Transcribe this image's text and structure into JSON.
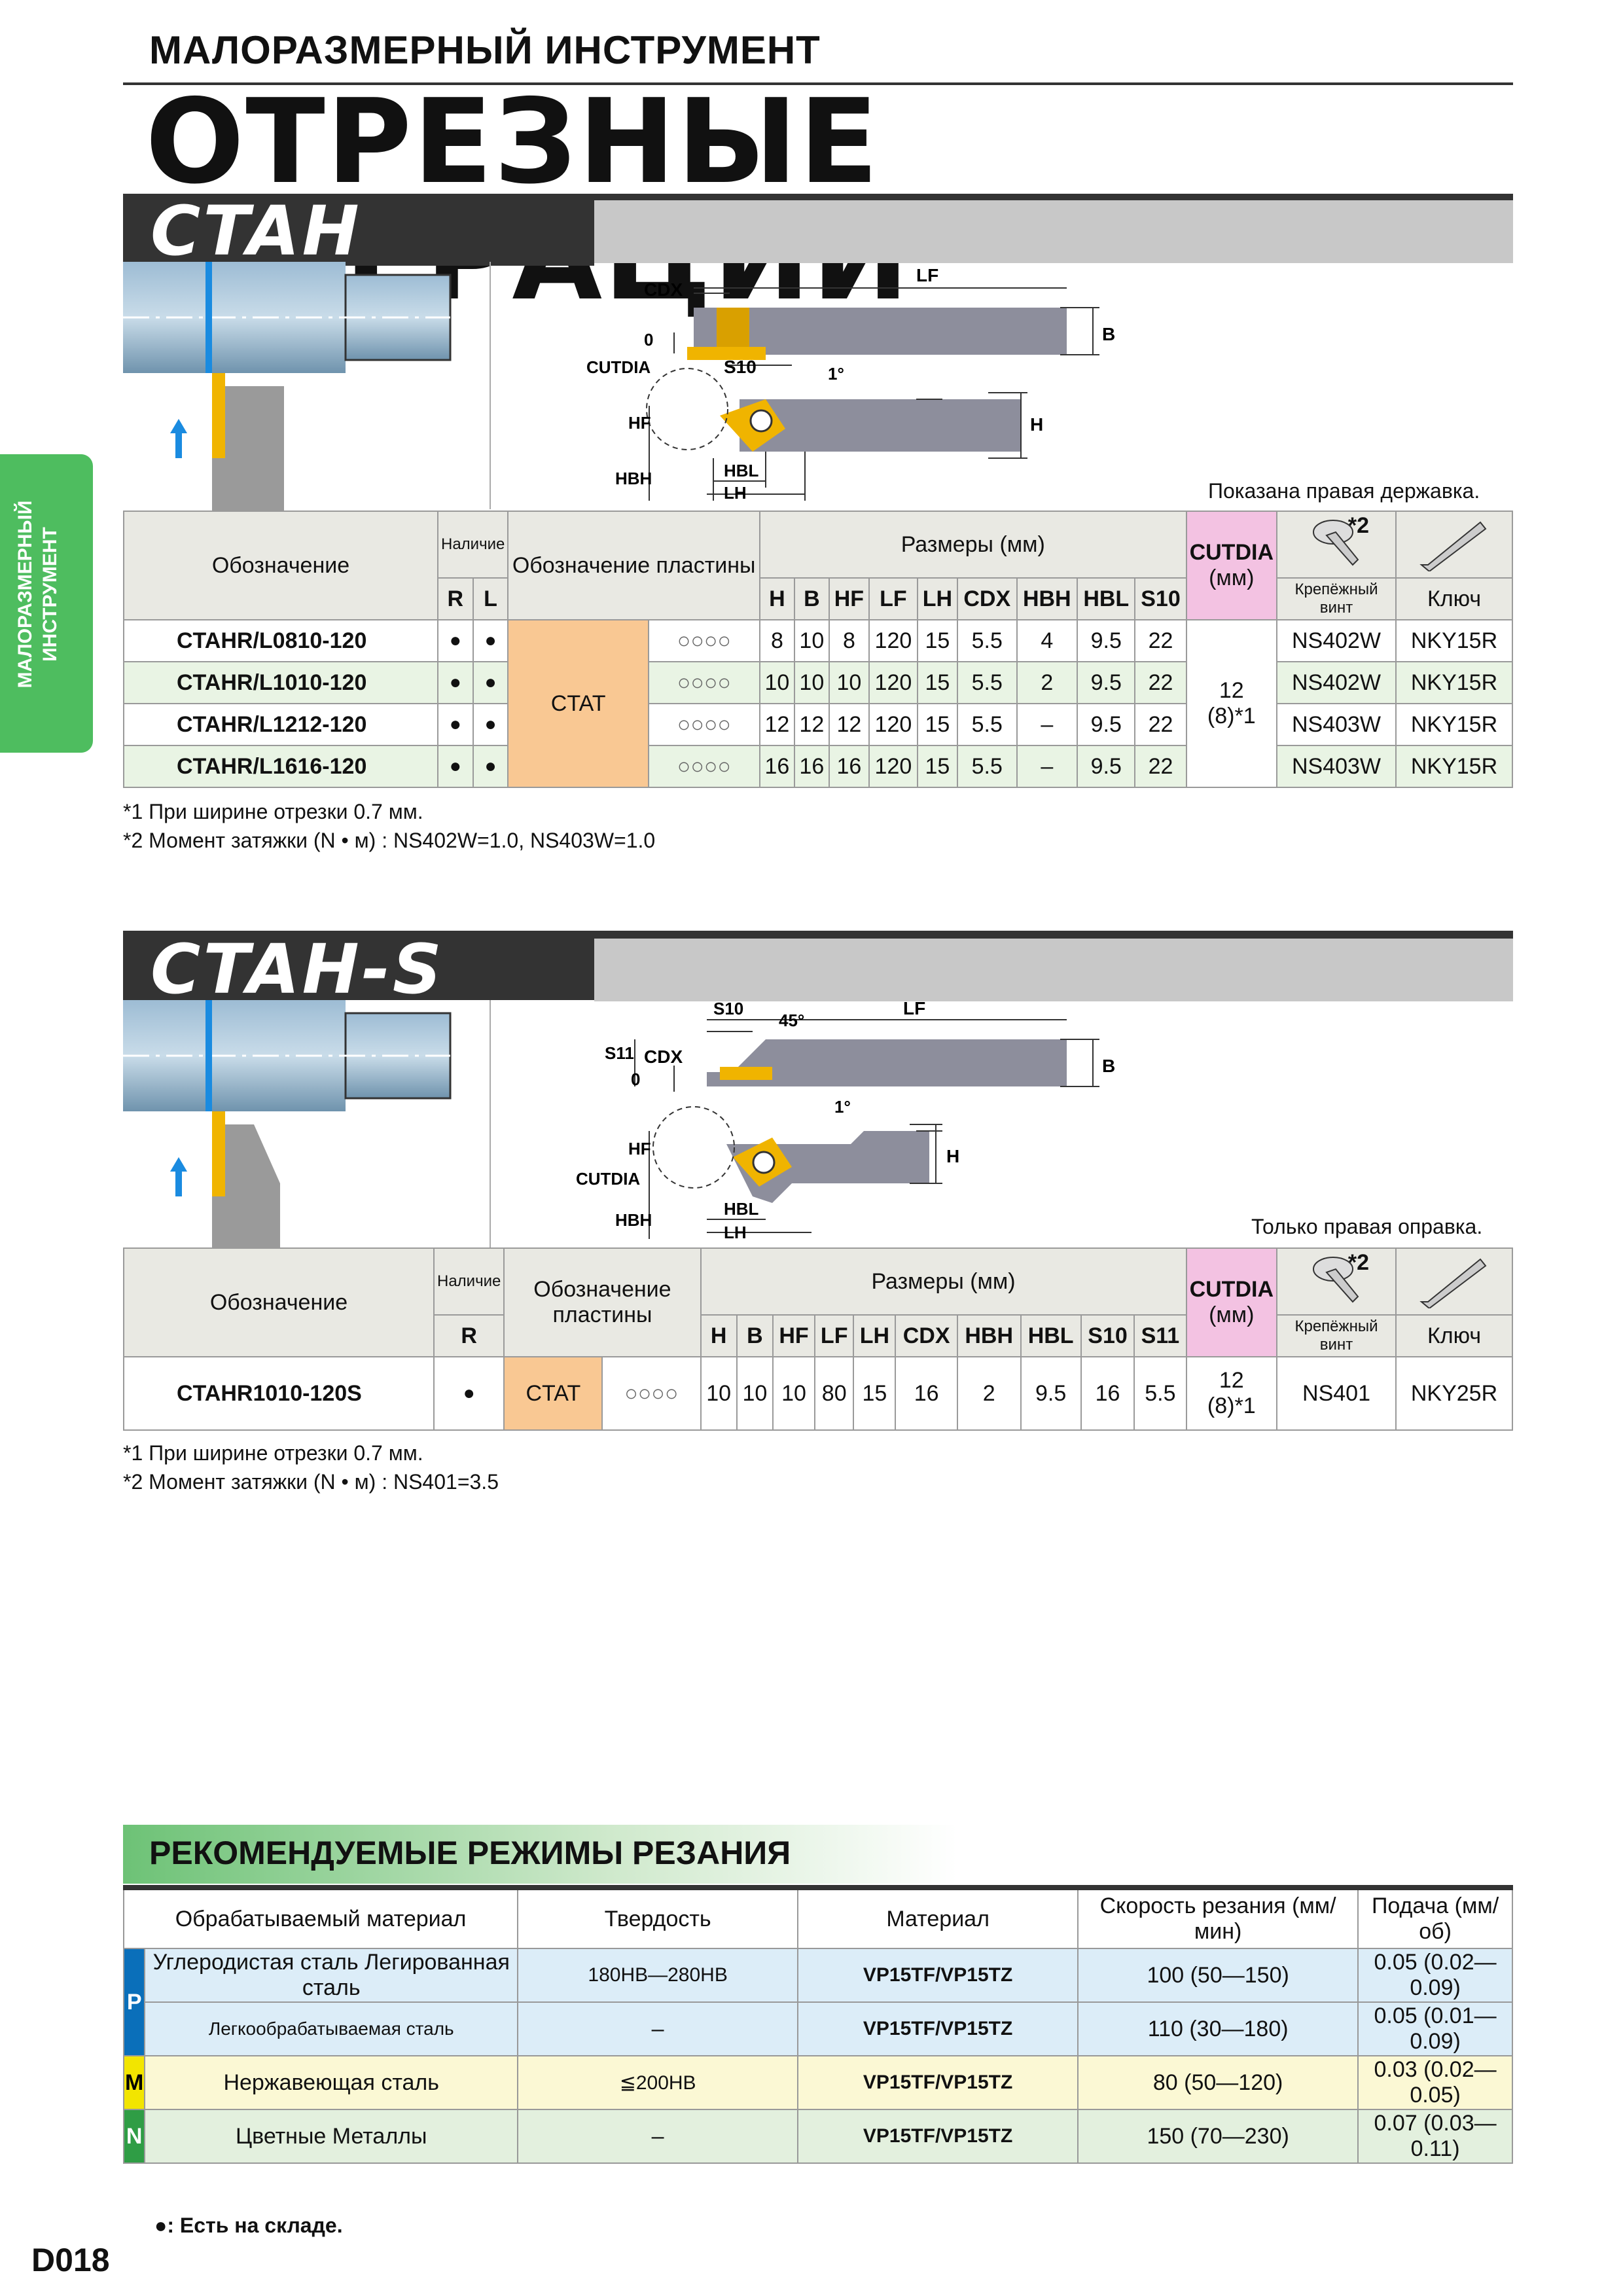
{
  "header": {
    "section_label": "МАЛОРАЗМЕРНЫЙ ИНСТРУМЕНТ",
    "title": "ОТРЕЗНЫЕ ОПЕРАЦИИ",
    "sidebar_tab": "МАЛОРАЗМЕРНЫЙ ИНСТРУМЕНТ"
  },
  "ctah": {
    "banner": "CTAH",
    "note": "Показана правая державка.",
    "diagram_labels": [
      "CDX",
      "LF",
      "0",
      "B",
      "CUTDIA",
      "S10",
      "1°",
      "HF",
      "H",
      "HBH",
      "HBL",
      "LH"
    ],
    "table_headers": {
      "designation": "Обозначение",
      "stock": "Наличие",
      "insert": "Обозначение пластины",
      "dimensions": "Размеры (мм)",
      "cutdia": "CUTDIA",
      "cutdia_unit": "(мм)",
      "screw": "Крепёжный винт",
      "key": "Ключ",
      "stock_cols": [
        "R",
        "L"
      ],
      "dim_cols": [
        "H",
        "B",
        "HF",
        "LF",
        "LH",
        "CDX",
        "HBH",
        "HBL",
        "S10"
      ],
      "star2": "*2"
    },
    "insert_code": "CTAT",
    "insert_icon": "○○○○",
    "cutdia_value": "12",
    "cutdia_value2": "(8)*1",
    "rows": [
      {
        "code": "CTAHR/L0810-120",
        "r": "●",
        "l": "●",
        "dims": [
          "8",
          "10",
          "8",
          "120",
          "15",
          "5.5",
          "4",
          "9.5",
          "22"
        ],
        "screw": "NS402W",
        "key": "NKY15R"
      },
      {
        "code": "CTAHR/L1010-120",
        "r": "●",
        "l": "●",
        "dims": [
          "10",
          "10",
          "10",
          "120",
          "15",
          "5.5",
          "2",
          "9.5",
          "22"
        ],
        "screw": "NS402W",
        "key": "NKY15R"
      },
      {
        "code": "CTAHR/L1212-120",
        "r": "●",
        "l": "●",
        "dims": [
          "12",
          "12",
          "12",
          "120",
          "15",
          "5.5",
          "–",
          "9.5",
          "22"
        ],
        "screw": "NS403W",
        "key": "NKY15R"
      },
      {
        "code": "CTAHR/L1616-120",
        "r": "●",
        "l": "●",
        "dims": [
          "16",
          "16",
          "16",
          "120",
          "15",
          "5.5",
          "–",
          "9.5",
          "22"
        ],
        "screw": "NS403W",
        "key": "NKY15R"
      }
    ],
    "footnotes": [
      "*1 При ширине отрезки 0.7 мм.",
      "*2 Момент затяжки (N • м) : NS402W=1.0, NS403W=1.0"
    ]
  },
  "ctahs": {
    "banner": "CTAH-S",
    "note": "Только правая оправка.",
    "diagram_labels": [
      "S10",
      "45°",
      "LF",
      "S11",
      "CDX",
      "0",
      "B",
      "1°",
      "HF",
      "CUTDIA",
      "H",
      "HBH",
      "HBL",
      "LH"
    ],
    "table_headers": {
      "designation": "Обозначение",
      "stock": "Наличие",
      "insert": "Обозначение пластины",
      "dimensions": "Размеры (мм)",
      "cutdia": "CUTDIA",
      "cutdia_unit": "(мм)",
      "screw": "Крепёжный винт",
      "key": "Ключ",
      "stock_cols": [
        "R"
      ],
      "dim_cols": [
        "H",
        "B",
        "HF",
        "LF",
        "LH",
        "CDX",
        "HBH",
        "HBL",
        "S10",
        "S11"
      ],
      "star2": "*2"
    },
    "row": {
      "code": "CTAHR1010-120S",
      "r": "●",
      "insert": "CTAT",
      "insert_icon": "○○○○",
      "dims": [
        "10",
        "10",
        "10",
        "80",
        "15",
        "16",
        "2",
        "9.5",
        "16",
        "5.5"
      ],
      "cutdia": "12",
      "cutdia2": "(8)*1",
      "screw": "NS401",
      "key": "NKY25R"
    },
    "footnotes": [
      "*1 При ширине отрезки 0.7 мм.",
      "*2 Момент затяжки (N • м) : NS401=3.5"
    ]
  },
  "recommend": {
    "title": "РЕКОМЕНДУЕМЫЕ РЕЖИМЫ РЕЗАНИЯ",
    "headers": [
      "Обрабатываемый материал",
      "Твердость",
      "Материал",
      "Скорость резания (мм/мин)",
      "Подача (мм/об)"
    ],
    "rows": [
      {
        "group": "P",
        "material": "Углеродистая сталь Легированная сталь",
        "hardness": "180HB—280HB",
        "grade": "VP15TF/VP15TZ",
        "speed": "100 (50—150)",
        "feed": "0.05 (0.02—0.09)"
      },
      {
        "group": "",
        "material": "Легкообрабатываемая сталь",
        "hardness": "–",
        "grade": "VP15TF/VP15TZ",
        "speed": "110 (30—180)",
        "feed": "0.05 (0.01—0.09)"
      },
      {
        "group": "M",
        "material": "Нержавеющая сталь",
        "hardness": "≦200HB",
        "grade": "VP15TF/VP15TZ",
        "speed": "80 (50—120)",
        "feed": "0.03 (0.02—0.05)"
      },
      {
        "group": "N",
        "material": "Цветные Металлы",
        "hardness": "–",
        "grade": "VP15TF/VP15TZ",
        "speed": "150 (70—230)",
        "feed": "0.07 (0.03—0.11)"
      }
    ],
    "group_colors": {
      "P": "#0a6fba",
      "M": "#f2e500",
      "N": "#2f9d45"
    }
  },
  "footer": {
    "legend": "●: Есть на складе.",
    "page": "D018"
  }
}
